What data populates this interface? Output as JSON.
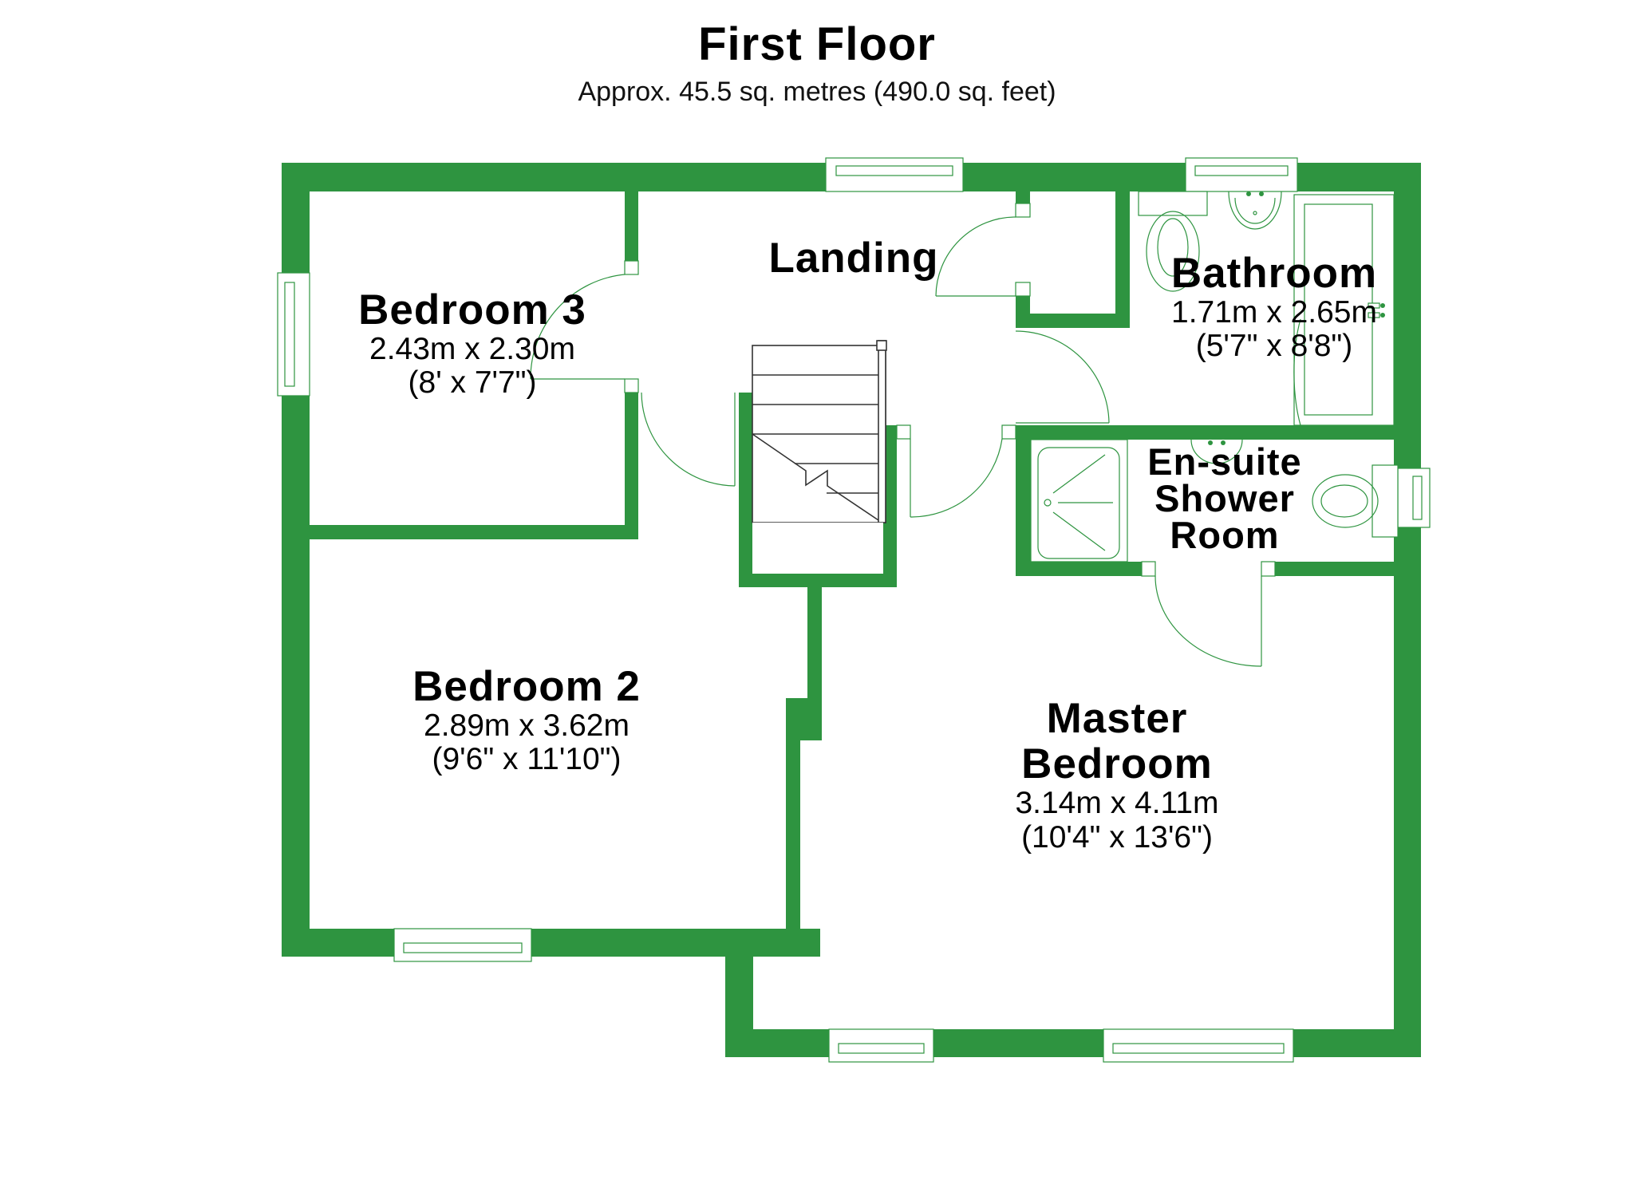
{
  "header": {
    "title": "First Floor",
    "subtitle": "Approx. 45.5 sq. metres (490.0 sq. feet)"
  },
  "colors": {
    "wall": "#2e9440",
    "background": "#ffffff",
    "text": "#000000"
  },
  "rooms": [
    {
      "id": "bedroom-3",
      "name": "Bedroom 3",
      "metric": "2.43m x 2.30m",
      "imperial": "(8' x 7'7\")"
    },
    {
      "id": "landing",
      "name": "Landing",
      "metric": "",
      "imperial": ""
    },
    {
      "id": "bathroom",
      "name": "Bathroom",
      "metric": "1.71m x 2.65m",
      "imperial": "(5'7\" x 8'8\")"
    },
    {
      "id": "ensuite",
      "name": "En-suite Shower Room",
      "name_lines": [
        "En-suite",
        "Shower",
        "Room"
      ],
      "metric": "",
      "imperial": ""
    },
    {
      "id": "bedroom-2",
      "name": "Bedroom 2",
      "metric": "2.89m x 3.62m",
      "imperial": "(9'6\" x 11'10\")"
    },
    {
      "id": "master-bedroom",
      "name": "Master Bedroom",
      "name_lines": [
        "Master",
        "Bedroom"
      ],
      "metric": "3.14m x 4.11m",
      "imperial": "(10'4\" x 13'6\")"
    }
  ],
  "fixtures": [
    "staircase",
    "bath",
    "wc-bathroom",
    "basin-bathroom",
    "shower-tray",
    "wc-ensuite",
    "basin-ensuite",
    "radiator"
  ],
  "windows": 7,
  "doors": 6
}
